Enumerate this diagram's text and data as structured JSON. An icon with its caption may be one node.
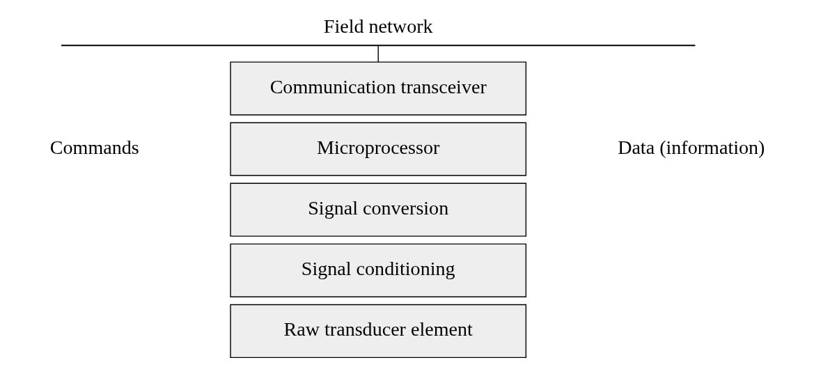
{
  "diagram": {
    "nodes": [
      {
        "text": [
          "Field network"
        ]
      },
      {
        "text": [
          "Communication transceiver"
        ]
      },
      {
        "text": [
          "Microprocessor"
        ]
      },
      {
        "text": [
          "Signal conversion"
        ]
      },
      {
        "text": [
          "Signal conditioning"
        ]
      },
      {
        "text": [
          "Raw transducer element"
        ]
      }
    ],
    "edges": [
      {
        "from": 0,
        "to": 1,
        "arrow": "none"
      }
    ],
    "labels": [
      "Commands",
      "Data (information)"
    ]
  }
}
